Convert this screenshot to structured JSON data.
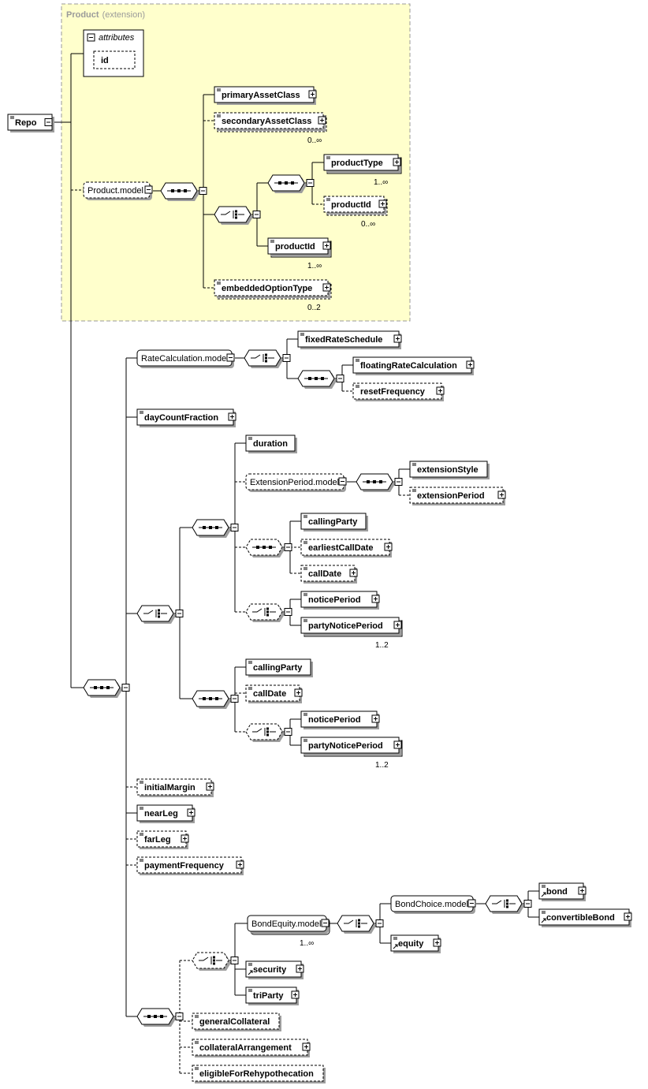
{
  "root": {
    "label": "Repo"
  },
  "extension_box": {
    "title": "Product",
    "subtitle": "(extension)"
  },
  "attributes": {
    "title": "attributes",
    "items": [
      "id"
    ]
  },
  "groups": {
    "product_model": "Product.model",
    "rate_calculation_model": "RateCalculation.model",
    "extension_period_model": "ExtensionPeriod.model",
    "bond_equity_model": "BondEquity.model",
    "bond_choice_model": "BondChoice.model"
  },
  "elements": {
    "primaryAssetClass": "primaryAssetClass",
    "secondaryAssetClass": "secondaryAssetClass",
    "productType": "productType",
    "productId_optional": "productId",
    "productId": "productId",
    "embeddedOptionType": "embeddedOptionType",
    "fixedRateSchedule": "fixedRateSchedule",
    "floatingRateCalculation": "floatingRateCalculation",
    "resetFrequency": "resetFrequency",
    "dayCountFraction": "dayCountFraction",
    "duration": "duration",
    "extensionStyle": "extensionStyle",
    "extensionPeriod": "extensionPeriod",
    "callingParty1": "callingParty",
    "earliestCallDate": "earliestCallDate",
    "callDate1": "callDate",
    "noticePeriod1": "noticePeriod",
    "partyNoticePeriod1": "partyNoticePeriod",
    "callingParty2": "callingParty",
    "callDate2": "callDate",
    "noticePeriod2": "noticePeriod",
    "partyNoticePeriod2": "partyNoticePeriod",
    "initialMargin": "initialMargin",
    "nearLeg": "nearLeg",
    "farLeg": "farLeg",
    "paymentFrequency": "paymentFrequency",
    "bond": "bond",
    "convertibleBond": "convertibleBond",
    "equity": "equity",
    "security": "security",
    "triParty": "triParty",
    "generalCollateral": "generalCollateral",
    "collateralArrangement": "collateralArrangement",
    "eligibleForRehypothecation": "eligibleForRehypothecation"
  },
  "occurrences": {
    "secondaryAssetClass": "0..∞",
    "productType": "1..∞",
    "productId_optional": "0..∞",
    "productId": "1..∞",
    "embeddedOptionType": "0..2",
    "partyNoticePeriod1": "1..2",
    "partyNoticePeriod2": "1..2",
    "bondEquity": "1..∞"
  },
  "colors": {
    "extension_fill": "#ffffcc",
    "extension_border": "#999999",
    "line": "#000000",
    "shadow": "#9e9e9e"
  }
}
